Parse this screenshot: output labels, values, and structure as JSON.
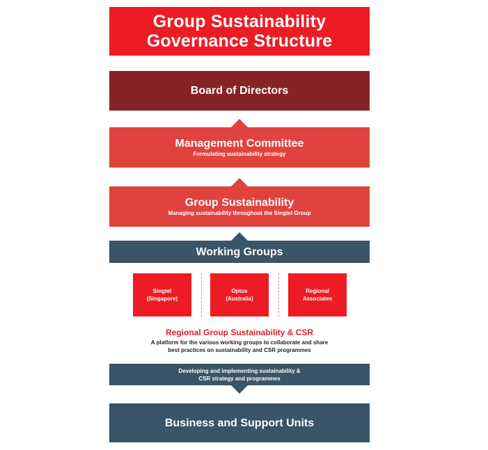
{
  "title": {
    "line1": "Group Sustainability",
    "line2": "Governance Structure"
  },
  "board": {
    "label": "Board of Directors"
  },
  "management_committee": {
    "label": "Management Committee",
    "subtitle": "Formulating sustainability strategy"
  },
  "group_sustainability": {
    "label": "Group Sustainability",
    "subtitle": "Managing sustainability throughout the Singtel Group"
  },
  "working_groups": {
    "label": "Working Groups"
  },
  "regions": [
    {
      "line1": "Singtel",
      "line2": "(Singapore)"
    },
    {
      "line1": "Optus",
      "line2": "(Australia)"
    },
    {
      "line1": "Regional",
      "line2": "Associates"
    }
  ],
  "regional_csr": {
    "title": "Regional Group Sustainability & CSR",
    "desc_line1": "A platform for the various working groups to collaborate and share",
    "desc_line2": "best practices on sustainability and CSR programmes"
  },
  "developing": {
    "line1": "Developing and implementing sustainability &",
    "line2": "CSR strategy and programmes"
  },
  "business_units": {
    "label": "Business and Support Units"
  },
  "colors": {
    "red": "#ed1c24",
    "maroon": "#862327",
    "coral": "#e0433f",
    "slate": "#3a5468"
  }
}
